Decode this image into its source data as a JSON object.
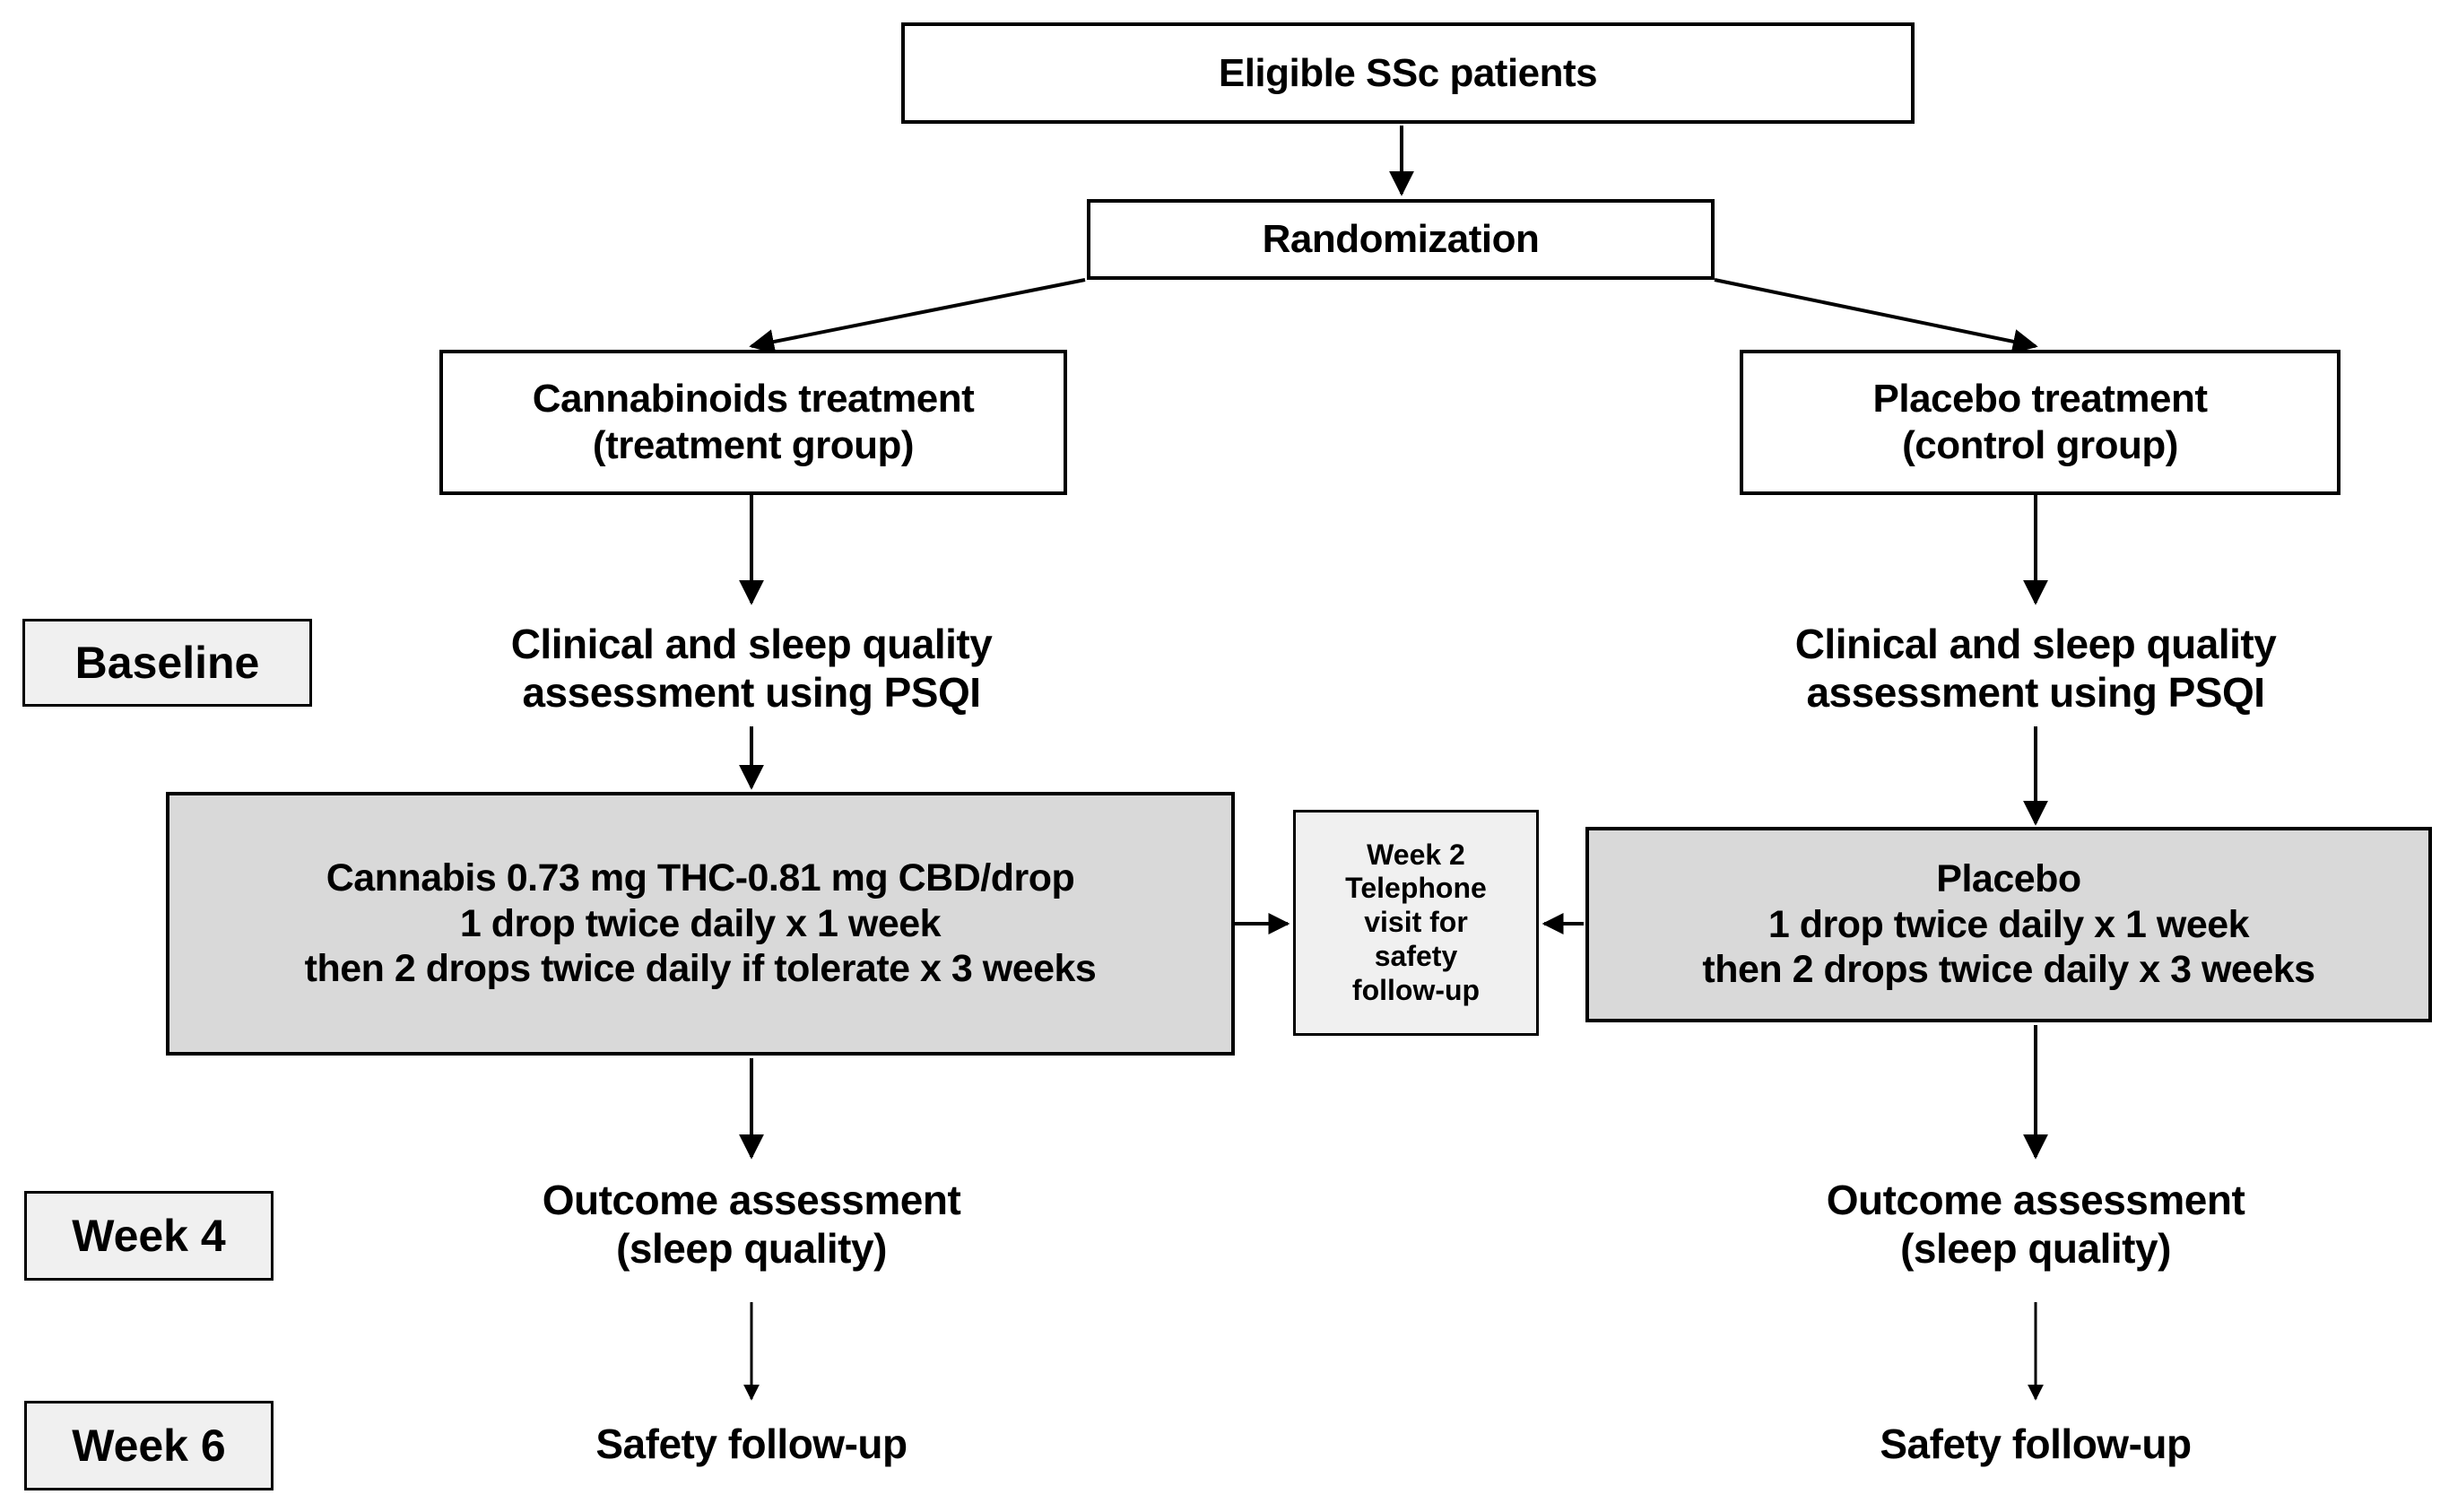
{
  "diagram": {
    "title": "Randomized controlled trial flow diagram",
    "colors": {
      "shaded_fill": "#d9d9d9",
      "light_fill": "#f0f0f0",
      "outline": "#000000",
      "background": "#ffffff"
    },
    "stage_labels": [
      {
        "id": "baseline",
        "text": "Baseline"
      },
      {
        "id": "week4",
        "text": "Week 4"
      },
      {
        "id": "week6",
        "text": "Week 6"
      }
    ],
    "nodes": {
      "eligible": {
        "text": "Eligible SSc patients"
      },
      "randomization": {
        "text": "Randomization"
      },
      "treatment_arm": {
        "line1": "Cannabinoids treatment",
        "line2": "(treatment group)"
      },
      "control_arm": {
        "line1": "Placebo treatment",
        "line2": "(control group)"
      },
      "baseline_treatment": {
        "line1": "Clinical and sleep quality",
        "line2": "assessment using PSQI"
      },
      "baseline_control": {
        "line1": "Clinical and sleep quality",
        "line2": "assessment using PSQI"
      },
      "dosing_treatment": {
        "line1": "Cannabis 0.73 mg THC-0.81 mg CBD/drop",
        "line2": "1 drop twice daily x 1 week",
        "line3": "then 2 drops twice daily if tolerate x 3 weeks"
      },
      "dosing_control": {
        "line1": "Placebo",
        "line2": "1 drop twice daily x 1 week",
        "line3": "then 2 drops twice daily x 3 weeks"
      },
      "telephone_visit": {
        "line1": "Week 2",
        "line2": "Telephone",
        "line3": "visit for",
        "line4": "safety",
        "line5": "follow-up"
      },
      "outcome_treatment": {
        "line1": "Outcome assessment",
        "line2": "(sleep quality)"
      },
      "outcome_control": {
        "line1": "Outcome assessment",
        "line2": "(sleep quality)"
      },
      "safety_treatment": {
        "text": "Safety follow-up"
      },
      "safety_control": {
        "text": "Safety follow-up"
      }
    }
  }
}
